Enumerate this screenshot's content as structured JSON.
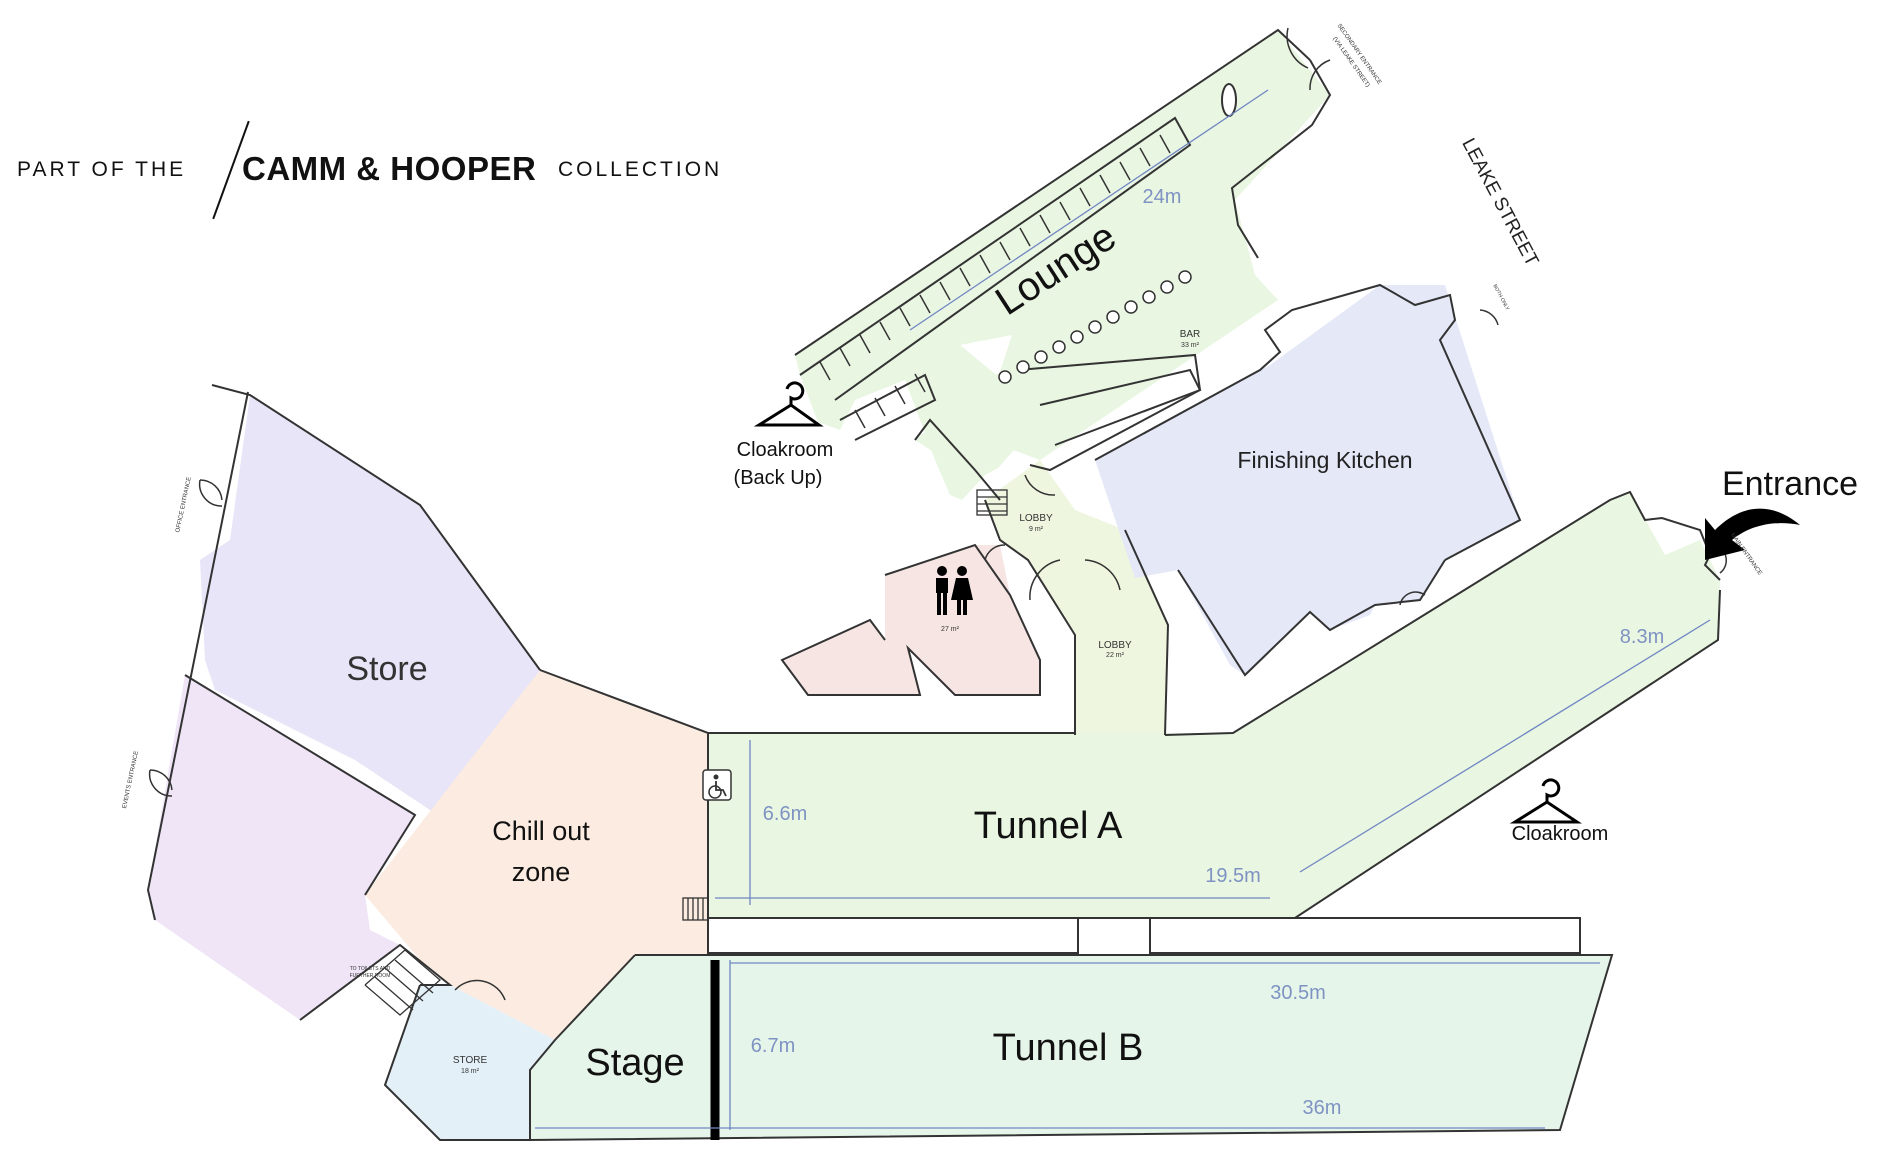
{
  "branding": {
    "prefix": "PART OF THE",
    "name": "CAMM & HOOPER",
    "suffix": "COLLECTION"
  },
  "rooms": {
    "lounge": "Lounge",
    "bar": "BAR",
    "bar_area": "33 m²",
    "finishing_kitchen": "Finishing Kitchen",
    "lobby_top": "LOBBY",
    "lobby_top_area": "9 m²",
    "lobby_bottom": "LOBBY",
    "lobby_bottom_area": "22 m²",
    "toilets_area": "27 m²",
    "store_large": "Store",
    "chill_out_line1": "Chill out",
    "chill_out_line2": "zone",
    "tunnel_a": "Tunnel A",
    "tunnel_b": "Tunnel B",
    "stage": "Stage",
    "store_small": "STORE",
    "store_small_area": "18 m²"
  },
  "labels": {
    "entrance": "Entrance",
    "cloakroom": "Cloakroom",
    "cloakroom_backup_line1": "Cloakroom",
    "cloakroom_backup_line2": "(Back Up)",
    "street": "LEAKE STREET",
    "secondary_entrance": "SECONDARY ENTRANCE",
    "secondary_entrance_sub": "(VIA LEAKE STREET)",
    "main_entrance": "MAIN ENTRANCE",
    "office_entrance": "OFFICE ENTRANCE",
    "events_entrance": "EVENTS ENTRANCE",
    "both_only": "BOTH ONLY",
    "to_toilets": "TO TOILETS AND",
    "to_toilets_sub": "FURTHER ROOM"
  },
  "dimensions": {
    "lounge_length": "24m",
    "tunnel_a_width_right": "8.3m",
    "tunnel_a_height": "6.6m",
    "tunnel_a_length": "19.5m",
    "tunnel_b_length_top": "30.5m",
    "tunnel_b_height": "6.7m",
    "tunnel_b_length_bottom": "36m"
  },
  "colors": {
    "green_zone": "#e9f6e2",
    "tunnel_b": "#e6f5ea",
    "kitchen": "#e4e8f7",
    "store": "#e7e5f7",
    "events_room": "#efe5f7",
    "chill_out": "#fbebe0",
    "toilets": "#f6e5e3",
    "lobby": "#eef6df",
    "small_store": "#e4f0f8",
    "dimension_text": "#7f93c3",
    "walls": "#333333"
  },
  "icons": [
    "hanger-icon",
    "toilet-icon",
    "accessible-icon",
    "entrance-arrow-icon"
  ]
}
